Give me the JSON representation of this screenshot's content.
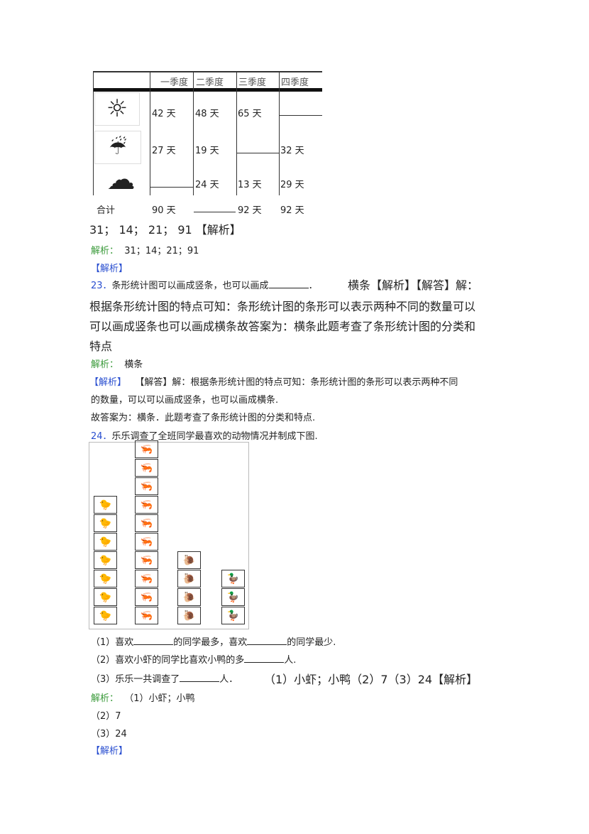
{
  "table": {
    "headers": [
      "一季度",
      "二季度",
      "三季度",
      "四季度"
    ],
    "rows": [
      {
        "icon": "sun-icon",
        "values": [
          "42 天",
          "48 天",
          "65 天",
          ""
        ]
      },
      {
        "icon": "wind-rain-icon",
        "values": [
          "27 天",
          "19 天",
          "",
          "32 天"
        ]
      },
      {
        "icon": "cloud-icon",
        "values": [
          "",
          "24 天",
          "13 天",
          "29 天"
        ]
      }
    ],
    "total_label": "合计",
    "totals": [
      "90 天",
      "",
      "92 天",
      "92 天"
    ]
  },
  "q22_answer": "31； 14； 21； 91  【解析】",
  "q22_analysis_label": "解析：",
  "q22_analysis": "31；14；21；91",
  "q22_jiexi": "【解析】",
  "q23": {
    "number": "23．",
    "question": "条形统计图可以画成竖条，也可以画成",
    "question_end": "．",
    "answer_line1": "横条【解析】【解答】解：",
    "answer_line2": "根据条形统计图的特点可知：条形统计图的条形可以表示两种不同的数量可以",
    "answer_line3": "可以画成竖条也可以画成横条故答案为：横条此题考查了条形统计图的分类和",
    "answer_line4": "特点",
    "analysis_label": "解析：",
    "analysis": "横条",
    "jiexi": "【解析】",
    "jieda1": "【解答】解：根据条形统计图的特点可知：条形统计图的条形可以表示两种不同",
    "jieda2": "的数量，可以可以画成竖条，也可以画成横条.",
    "jieda3": "故答案为：横条．此题考查了条形统计图的分类和特点."
  },
  "q24": {
    "number": "24．",
    "question": "乐乐调查了全班同学最喜欢的动物情况并制成下图.",
    "chart_data": {
      "type": "bar",
      "categories": [
        "小鸡",
        "小虾",
        "蜗牛",
        "小鸭"
      ],
      "values": [
        7,
        10,
        4,
        3
      ],
      "icons": [
        "chick-icon",
        "shrimp-icon",
        "snail-icon",
        "duck-icon"
      ],
      "colors": [
        "#3aa0a0",
        "#d9542a",
        "#7aa030",
        "#e0a800"
      ]
    },
    "p1a": "（1）喜欢",
    "p1b": "的同学最多，喜欢",
    "p1c": "的同学最少.",
    "p2a": "（2）喜欢小虾的同学比喜欢小鸭的多",
    "p2b": "人.",
    "p3a": "（3）乐乐一共调查了",
    "p3b": "人．",
    "answer": "（1）小虾；小鸭（2）7（3）24【解析】",
    "analysis_label": "解析：",
    "a1": "（1）小虾；小鸭",
    "a2": "（2）7",
    "a3": "（3）24",
    "jiexi": "【解析】"
  }
}
